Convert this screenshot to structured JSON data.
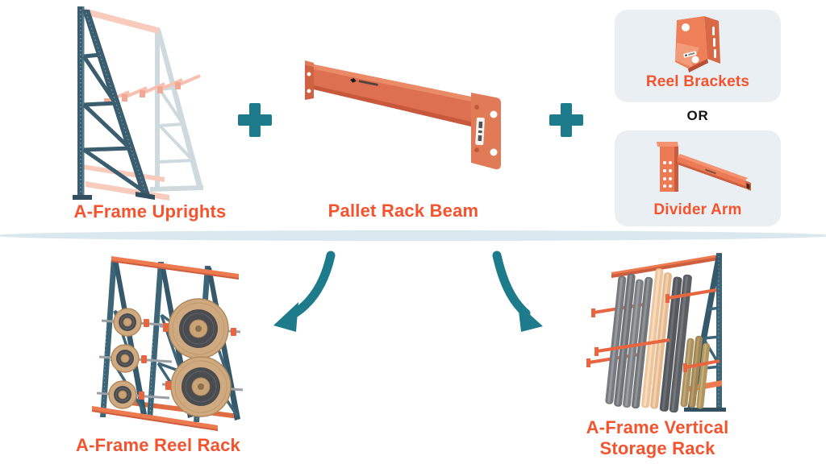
{
  "colors": {
    "accent_teal": "#1d7b8c",
    "accent_orange": "#f4532e",
    "beam_orange": "#dd7050",
    "beam_orange_dark": "#c8583b",
    "beam_orange_light": "#ea8a67",
    "frame_blue": "#3c6678",
    "ghost_gray": "#cfdade",
    "ghost_pink": "#f9cbbd",
    "card_bg": "#e9eff3",
    "divider_band": "#d9e7ee",
    "or_text": "#141414",
    "wood": "#cfa980",
    "cable_dark": "#4a4c50"
  },
  "connectors": {
    "plus": "+",
    "or_label": "OR"
  },
  "components": [
    {
      "name": "a-frame-uprights",
      "label": "A-Frame Uprights"
    },
    {
      "name": "pallet-rack-beam",
      "label": "Pallet Rack Beam"
    },
    {
      "name": "reel-brackets",
      "label": "Reel Brackets"
    },
    {
      "name": "divider-arm",
      "label": "Divider Arm"
    }
  ],
  "results": [
    {
      "name": "a-frame-reel-rack",
      "lines": [
        "A-Frame Reel Rack"
      ]
    },
    {
      "name": "a-frame-vertical-storage-rack",
      "lines": [
        "A-Frame Vertical",
        "Storage Rack"
      ]
    }
  ]
}
